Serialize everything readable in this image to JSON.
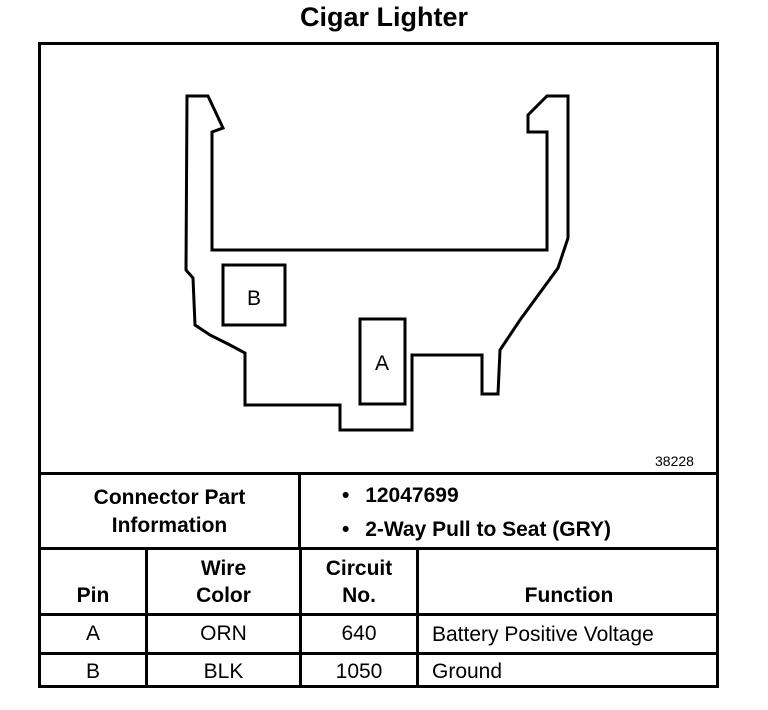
{
  "title": "Cigar Lighter",
  "figure_number": "38228",
  "connector": {
    "pin_labels": [
      "B",
      "A"
    ],
    "info_label_line1": "Connector Part",
    "info_label_line2": "Information",
    "bullets": [
      "12047699",
      "2-Way Pull to Seat (GRY)"
    ],
    "bullet_symbol": "•"
  },
  "table": {
    "headers": {
      "pin": "Pin",
      "wire_color_1": "Wire",
      "wire_color_2": "Color",
      "circuit_1": "Circuit",
      "circuit_2": "No.",
      "function": "Function"
    },
    "rows": [
      {
        "pin": "A",
        "color": "ORN",
        "circuit": "640",
        "function": "Battery Positive Voltage"
      },
      {
        "pin": "B",
        "color": "BLK",
        "circuit": "1050",
        "function": "Ground"
      }
    ]
  }
}
